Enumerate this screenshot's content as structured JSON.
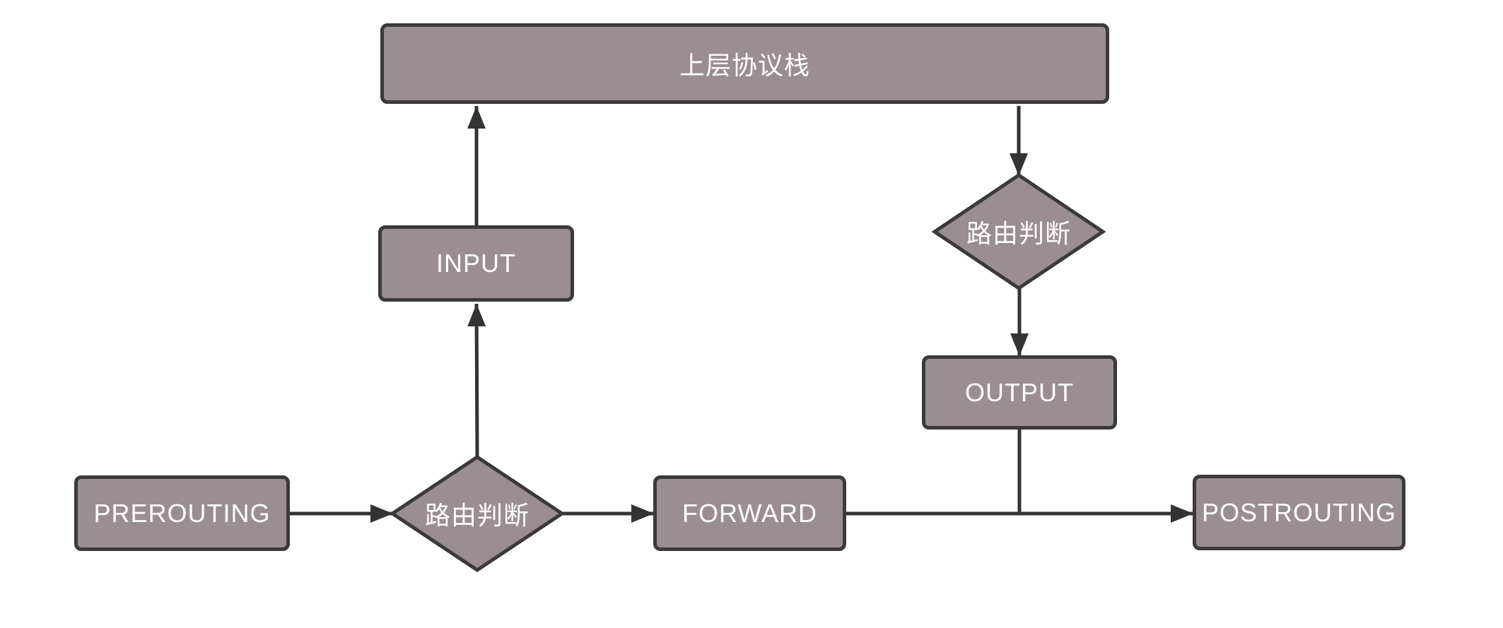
{
  "diagram": {
    "title": "iptables / netfilter packet flow diagram",
    "colors": {
      "background": "#ffffff",
      "node_fill": "#9a8e93",
      "node_border": "#3a3a3c",
      "edge": "#333333",
      "label": "#ffffff"
    },
    "nodes": {
      "protocol_stack": {
        "label": "上层协议栈",
        "shape": "rectangle"
      },
      "input": {
        "label": "INPUT",
        "shape": "rectangle"
      },
      "routing_decision_top": {
        "label": "路由判断",
        "shape": "diamond"
      },
      "output": {
        "label": "OUTPUT",
        "shape": "rectangle"
      },
      "prerouting": {
        "label": "PREROUTING",
        "shape": "rectangle"
      },
      "routing_decision_bottom": {
        "label": "路由判断",
        "shape": "diamond"
      },
      "forward": {
        "label": "FORWARD",
        "shape": "rectangle"
      },
      "postrouting": {
        "label": "POSTROUTING",
        "shape": "rectangle"
      }
    },
    "edges": [
      {
        "from": "input",
        "to": "protocol_stack",
        "arrow": true
      },
      {
        "from": "routing_decision_bottom",
        "to": "input",
        "arrow": true
      },
      {
        "from": "protocol_stack",
        "to": "routing_decision_top",
        "arrow": true
      },
      {
        "from": "routing_decision_top",
        "to": "output",
        "arrow": true
      },
      {
        "from": "prerouting",
        "to": "routing_decision_bottom",
        "arrow": true
      },
      {
        "from": "routing_decision_bottom",
        "to": "forward",
        "arrow": true
      },
      {
        "from": "forward",
        "to": "postrouting",
        "arrow": true
      },
      {
        "from": "output",
        "to": "forward_to_postrouting_line",
        "arrow": false,
        "note": "T-junction merge"
      }
    ]
  }
}
